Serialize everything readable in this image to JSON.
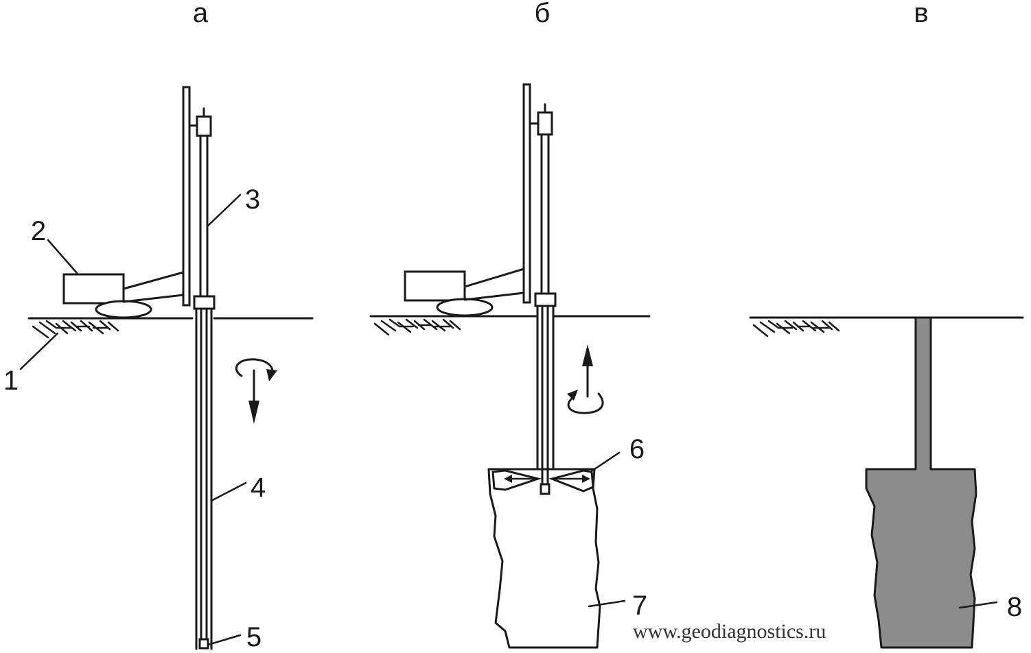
{
  "panels": {
    "a": {
      "label": "а"
    },
    "b": {
      "label": "б"
    },
    "c": {
      "label": "в"
    }
  },
  "callouts": {
    "n1": "1",
    "n2": "2",
    "n3": "3",
    "n4": "4",
    "n5": "5",
    "n6": "6",
    "n7": "7",
    "n8": "8"
  },
  "watermark": "www.geodiagnostics.ru",
  "colors": {
    "ink": "#1a1a1a",
    "pile_fill": "#8c8c8c",
    "background": "#ffffff"
  }
}
